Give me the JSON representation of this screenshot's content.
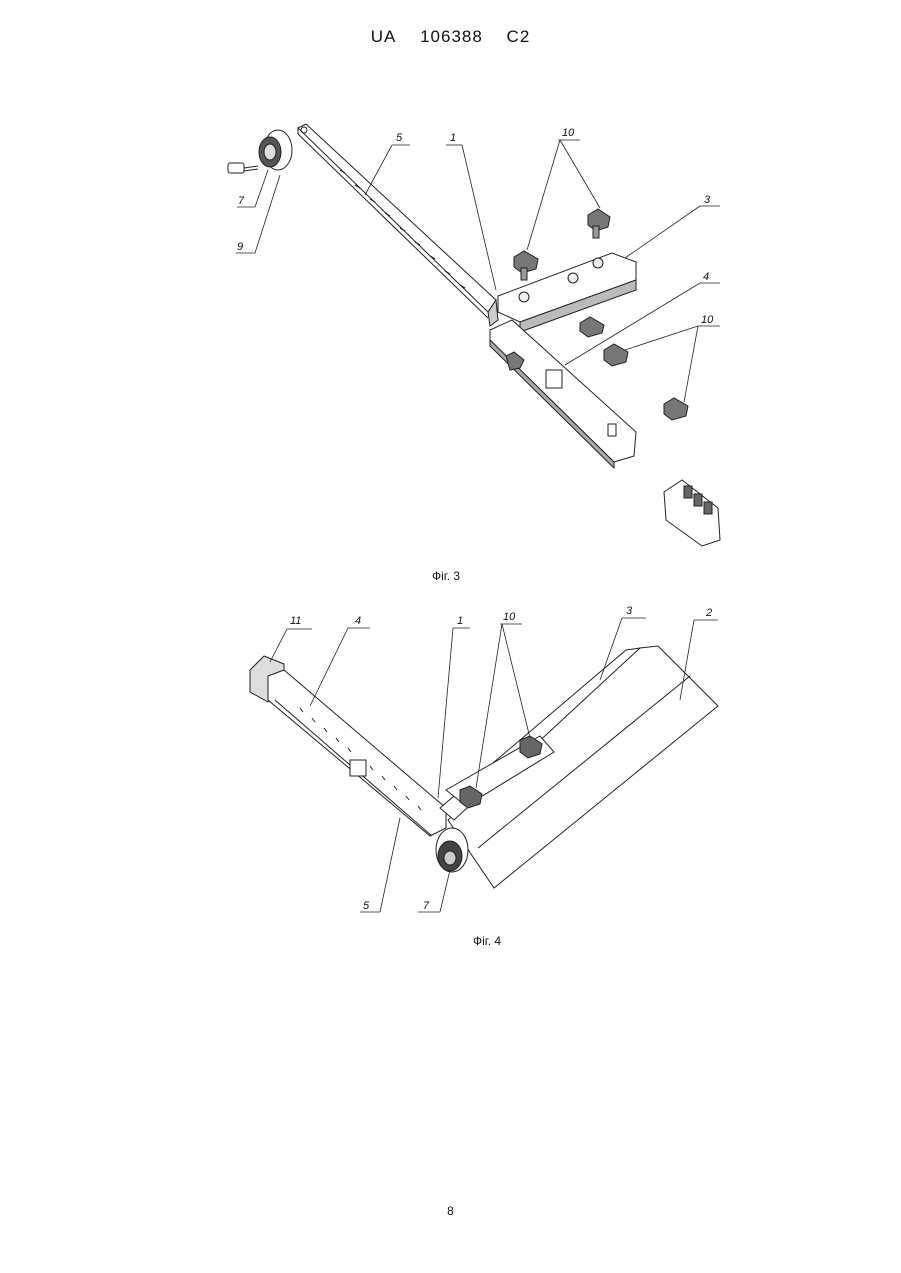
{
  "header": {
    "country": "UA",
    "number": "106388",
    "kind": "C2"
  },
  "figures": [
    {
      "caption": "Фіг. 3",
      "labels": {
        "l7": "7",
        "l9": "9",
        "l5": "5",
        "l1": "1",
        "l10a": "10",
        "l3": "3",
        "l4": "4",
        "l10b": "10"
      }
    },
    {
      "caption": "Фіг. 4",
      "labels": {
        "l11": "11",
        "l4": "4",
        "l1": "1",
        "l10": "10",
        "l3": "3",
        "l2": "2",
        "l5": "5",
        "l7": "7"
      }
    }
  ],
  "page_number": "8"
}
